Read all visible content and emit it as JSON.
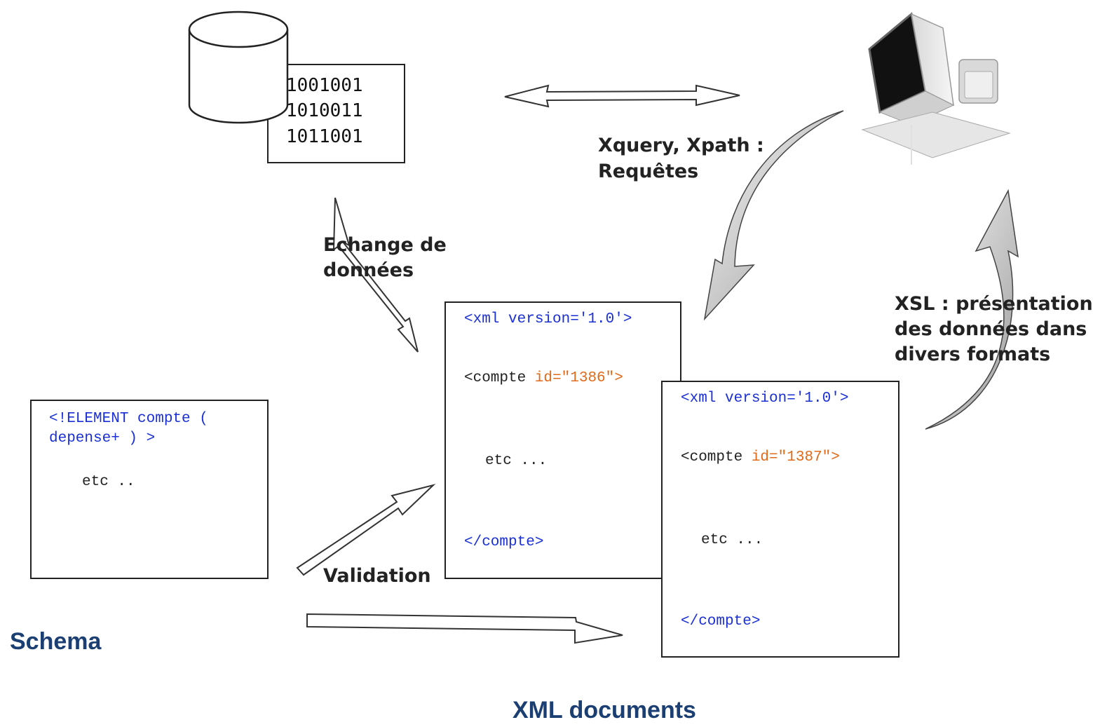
{
  "binary": {
    "lines": [
      "1001001",
      "1010011",
      "1011001"
    ]
  },
  "labels": {
    "xquery_line1": "Xquery, Xpath :",
    "xquery_line2": "Requêtes",
    "echange_line1": "Echange de",
    "echange_line2": "données",
    "xsl_line1": "XSL : présentation",
    "xsl_line2": "des données dans",
    "xsl_line3": "divers formats",
    "validation": "Validation"
  },
  "schema_doc": {
    "line1": "<!ELEMENT compte (",
    "line2": "depense+ ) >",
    "etc": "etc .."
  },
  "xml_doc1": {
    "decl": "<xml version='1.0'>",
    "open_tag": "<compte",
    "attr": "id=\"1386\">",
    "etc": "etc ...",
    "close_tag": "</compte>"
  },
  "xml_doc2": {
    "decl": "<xml version='1.0'>",
    "open_tag": "<compte",
    "attr": "id=\"1387\">",
    "etc": "etc ...",
    "close_tag": "</compte>"
  },
  "captions": {
    "schema": "Schema",
    "xml_documents": "XML documents"
  },
  "colors": {
    "caption": "#1b3f73",
    "code_blue": "#1a2fd6",
    "code_orange": "#e06a1a"
  }
}
